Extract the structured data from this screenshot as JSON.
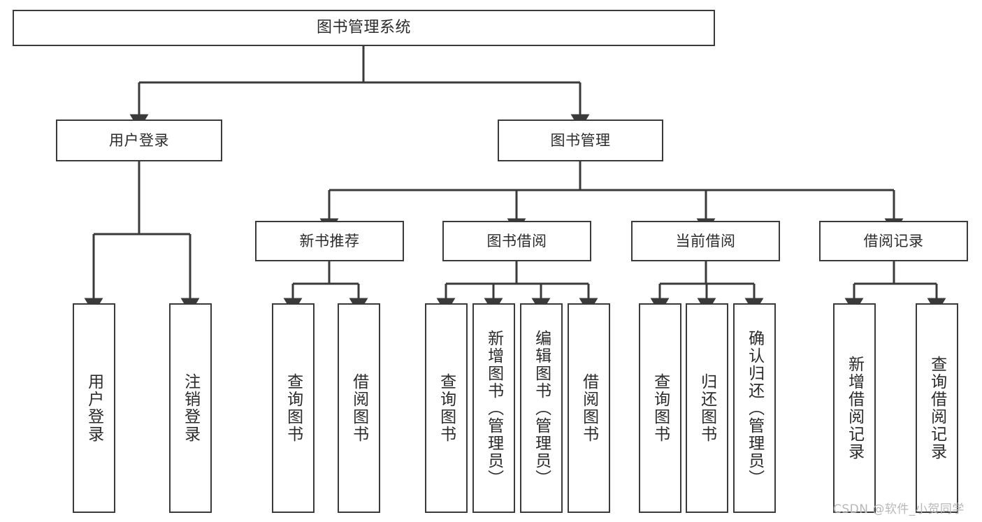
{
  "diagram": {
    "title": "图书管理系统",
    "type": "功能结构图",
    "watermark": "CSDN @软件_小贺同学",
    "colors": {
      "border": "#3a3a3a",
      "text": "#2b2b2b",
      "background": "#ffffff",
      "watermark": "#b8b8b8"
    },
    "nodes": {
      "root": {
        "label": "图书管理系统"
      },
      "level1": [
        {
          "id": "user-login",
          "label": "用户登录"
        },
        {
          "id": "book-management",
          "label": "图书管理"
        }
      ],
      "level2": [
        {
          "id": "new-book-recommend",
          "label": "新书推荐"
        },
        {
          "id": "book-borrow",
          "label": "图书借阅"
        },
        {
          "id": "current-borrow",
          "label": "当前借阅"
        },
        {
          "id": "borrow-record",
          "label": "借阅记录"
        }
      ],
      "leaves": {
        "user-login": [
          {
            "id": "leaf-user-login",
            "label": "用户登录"
          },
          {
            "id": "leaf-user-logout",
            "label": "注销登录"
          }
        ],
        "new-book-recommend": [
          {
            "id": "leaf-query-book-1",
            "label": "查询图书"
          },
          {
            "id": "leaf-borrow-book-1",
            "label": "借阅图书"
          }
        ],
        "book-borrow": [
          {
            "id": "leaf-query-book-2",
            "label": "查询图书"
          },
          {
            "id": "leaf-add-book",
            "label": "新增图书（管理员）"
          },
          {
            "id": "leaf-edit-book",
            "label": "编辑图书（管理员）"
          },
          {
            "id": "leaf-borrow-book-2",
            "label": "借阅图书"
          }
        ],
        "current-borrow": [
          {
            "id": "leaf-query-book-3",
            "label": "查询图书"
          },
          {
            "id": "leaf-return-book",
            "label": "归还图书"
          },
          {
            "id": "leaf-confirm-return",
            "label": "确认归还（管理员）"
          }
        ],
        "borrow-record": [
          {
            "id": "leaf-add-record",
            "label": "新增借阅记录"
          },
          {
            "id": "leaf-query-record",
            "label": "查询借阅记录"
          }
        ]
      }
    }
  }
}
